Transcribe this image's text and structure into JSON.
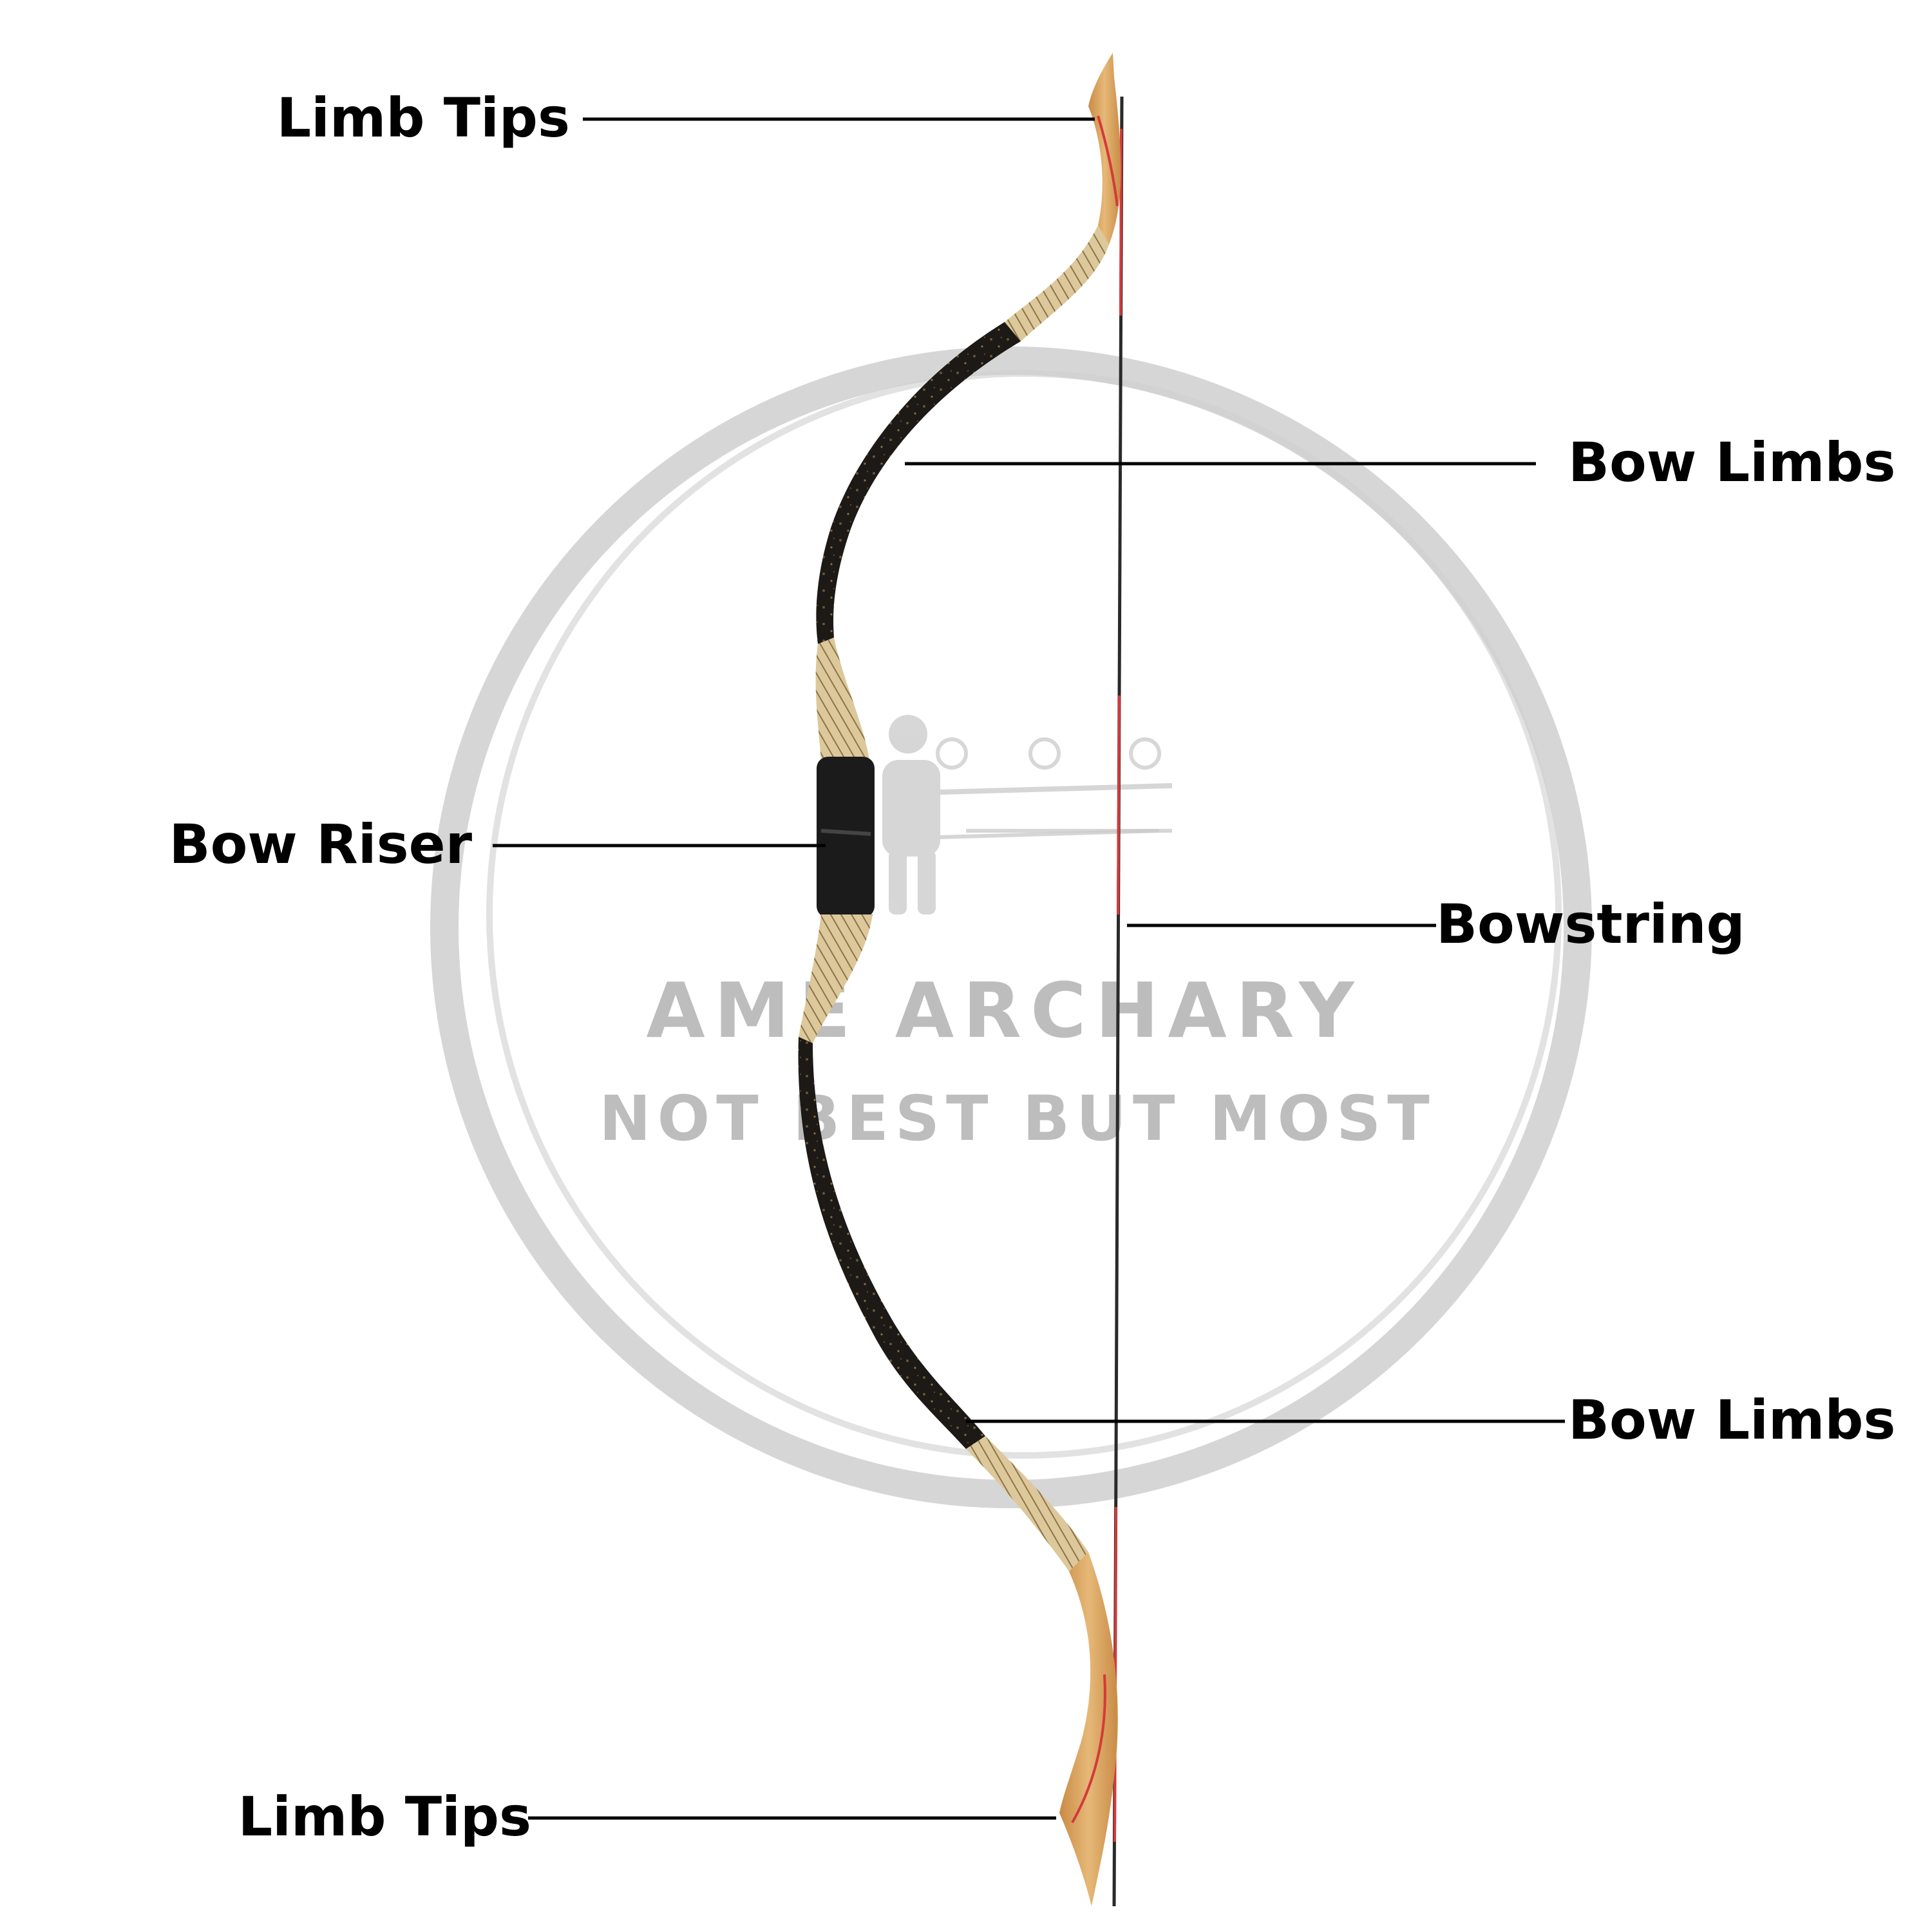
{
  "labels": {
    "limb_tips_top": "Limb Tips",
    "bow_limbs_upper": "Bow Limbs",
    "bow_riser": "Bow Riser",
    "bowstring": "Bowstring",
    "bow_limbs_lower": "Bow Limbs",
    "limb_tips_bottom": "Limb Tips"
  },
  "watermark": {
    "brand": "AME ARCHARY",
    "tagline": "NOT BEST BUT MOST"
  },
  "colors": {
    "background": "#ffffff",
    "label_text": "#000000",
    "leader_line": "#000000",
    "watermark": "#bdbdbd",
    "limb_core": "#1a1714",
    "wood": "#d8a35f",
    "wrap": "#d9c496",
    "string": "#2a2a2a",
    "string_accent": "#d43a3a"
  }
}
